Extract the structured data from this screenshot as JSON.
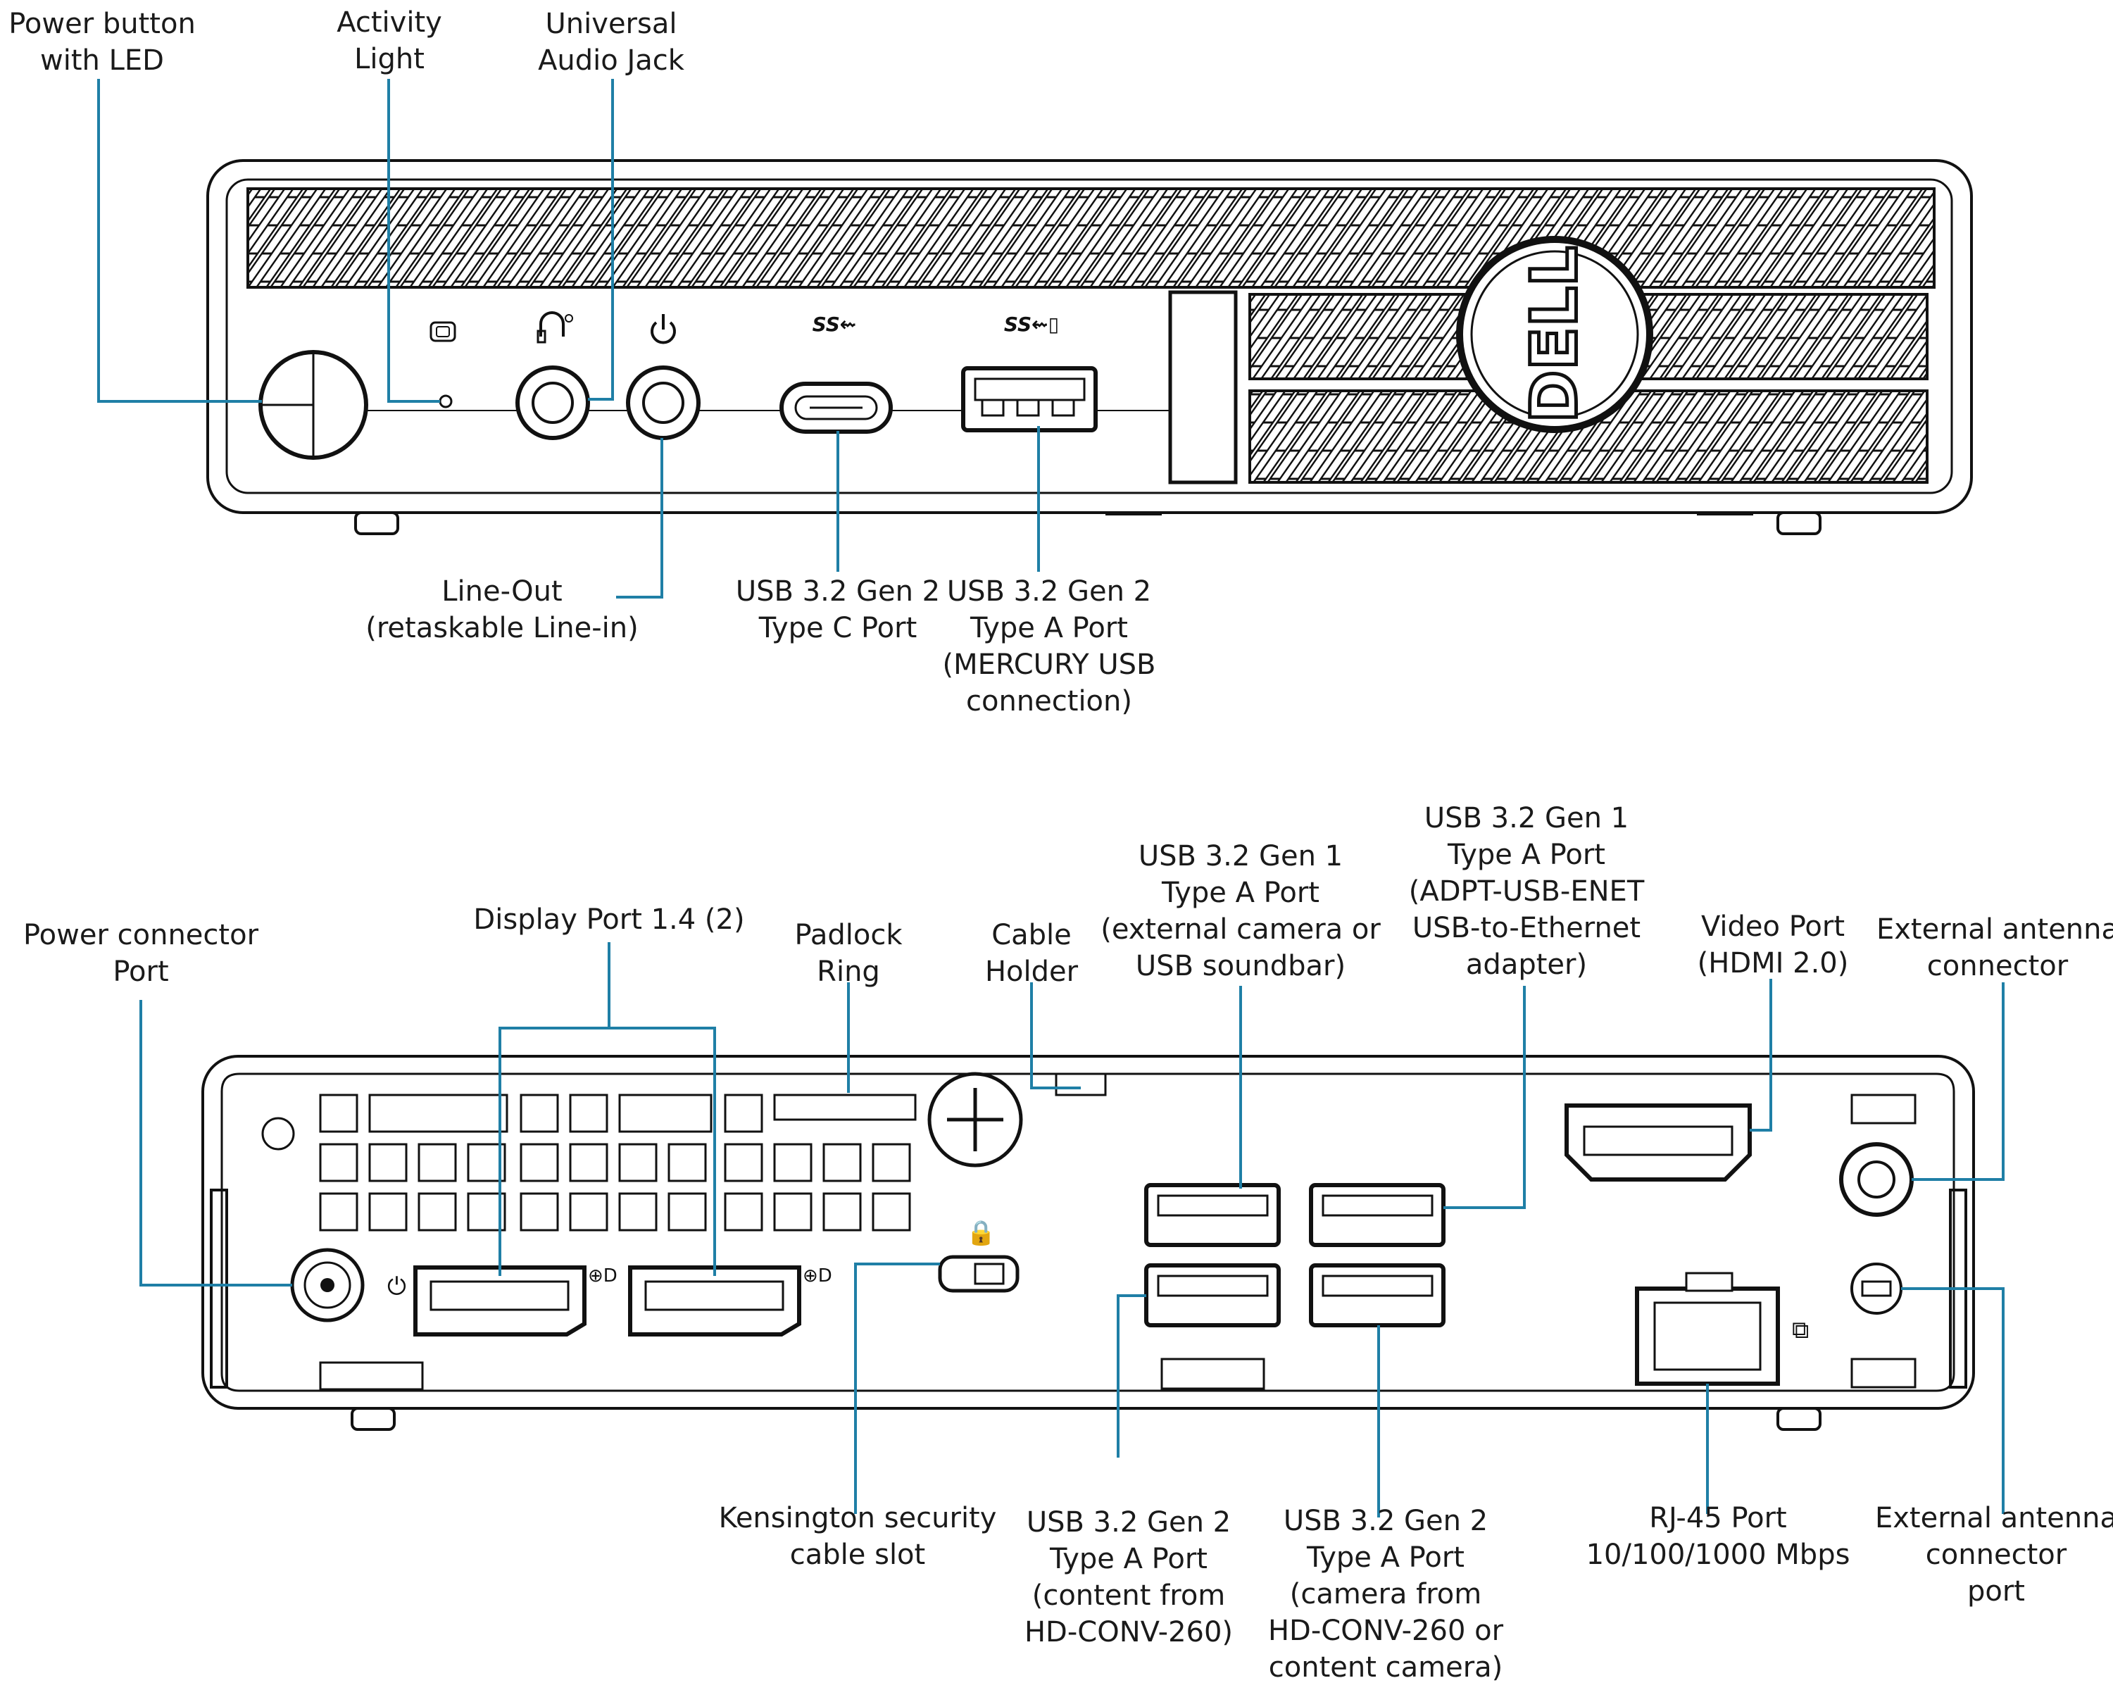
{
  "front_view": {
    "labels": {
      "power_button": [
        "Power button",
        "with LED"
      ],
      "activity_light": [
        "Activity",
        "Light"
      ],
      "audio_jack": [
        "Universal",
        "Audio Jack"
      ],
      "line_out": [
        "Line-Out",
        "(retaskable Line-in)"
      ],
      "usb_c": [
        "USB 3.2 Gen 2",
        "Type C Port"
      ],
      "usb_a_front": [
        "USB 3.2 Gen 2",
        "Type A Port",
        "(MERCURY USB",
        "connection)"
      ]
    },
    "brand_logo": "DELL"
  },
  "rear_view": {
    "labels": {
      "power_connector": [
        "Power connector",
        "Port"
      ],
      "display_port": [
        "Display Port 1.4 (2)"
      ],
      "padlock_ring": [
        "Padlock",
        "Ring"
      ],
      "cable_holder": [
        "Cable",
        "Holder"
      ],
      "usb_a_camera": [
        "USB 3.2 Gen 1",
        "Type A Port",
        "(external camera or",
        "USB soundbar)"
      ],
      "usb_a_ethernet": [
        "USB 3.2 Gen 1",
        "Type A Port",
        "(ADPT-USB-ENET",
        "USB-to-Ethernet",
        "adapter)"
      ],
      "video_port": [
        "Video Port",
        "(HDMI 2.0)"
      ],
      "antenna_top": [
        "External antenna",
        "connector"
      ],
      "kensington": [
        "Kensington security",
        "cable slot"
      ],
      "usb_a_content": [
        "USB 3.2 Gen 2",
        "Type A Port",
        "(content from",
        "HD-CONV-260)"
      ],
      "usb_a_camera2": [
        "USB 3.2 Gen 2",
        "Type A Port",
        "(camera from",
        "HD-CONV-260 or",
        "content camera)"
      ],
      "rj45": [
        "RJ-45 Port",
        "10/100/1000 Mbps"
      ],
      "antenna_bottom": [
        "External antenna",
        "connector",
        "port"
      ]
    }
  },
  "colors": {
    "callout_line": "#1f7fa6",
    "device_outline": "#111111"
  }
}
